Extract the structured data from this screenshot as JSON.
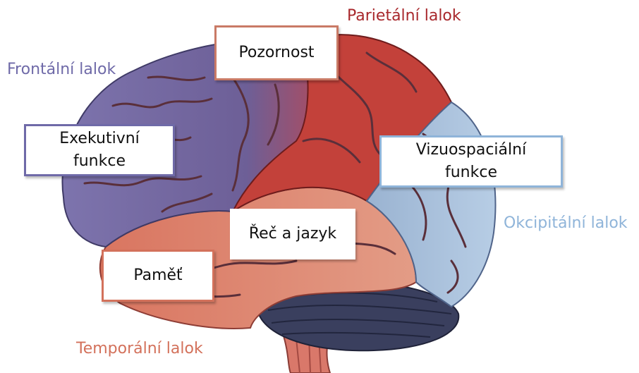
{
  "lobes": {
    "frontal": {
      "label": "Frontální lalok",
      "color": "#6f6aa8"
    },
    "parietal": {
      "label": "Parietální lalok",
      "color": "#a8282c"
    },
    "occipital": {
      "label": "Okcipitální lalok",
      "color": "#8fb4d9"
    },
    "temporal": {
      "label": "Temporální lalok",
      "color": "#d3715b"
    }
  },
  "functions": {
    "attention": {
      "label": "Pozornost",
      "border": "#c97a66"
    },
    "executive": {
      "label": "Exekutivní\nfunkce",
      "border": "#6f6aa8"
    },
    "visuospatial": {
      "label": "Vizuospaciální\nfunkce",
      "border": "#8fb4d9"
    },
    "language": {
      "label": "Řeč a jazyk",
      "border": "#d3715b"
    },
    "memory": {
      "label": "Paměť",
      "border": "#d3715b"
    }
  },
  "colors": {
    "frontal_fill": "#7b6fa8",
    "parietal_fill": "#c3413a",
    "occipital_fill": "#a9c3df",
    "temporal_fill": "#df8c74",
    "cerebellum_fill": "#3a3f5e",
    "brainstem_fill": "#d9786a",
    "sulcus": "#5a2f3a"
  }
}
